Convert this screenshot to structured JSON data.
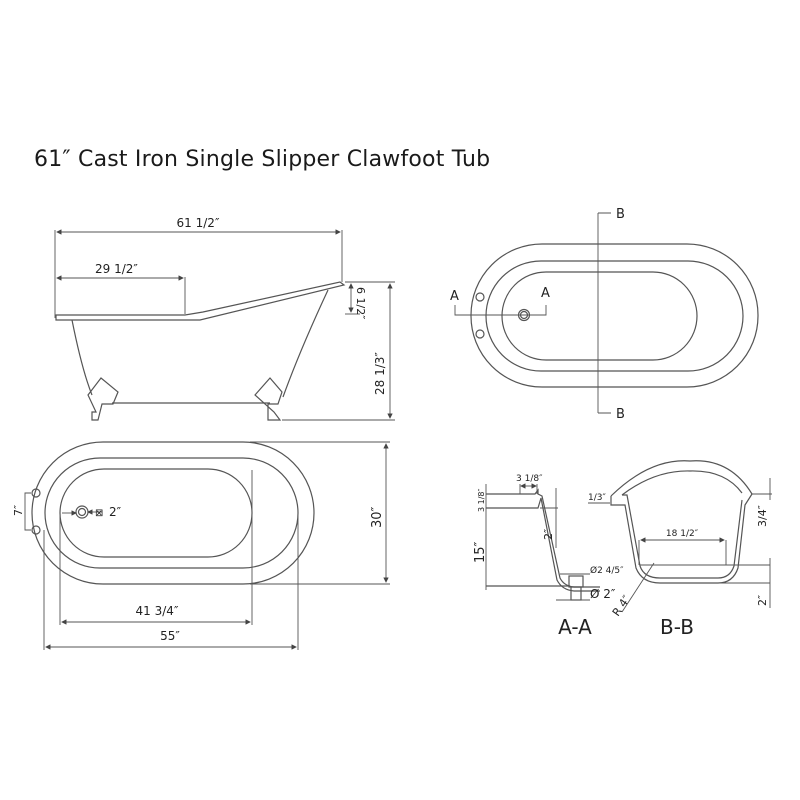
{
  "title": "61″ Cast Iron Single Slipper Clawfoot Tub",
  "side_view": {
    "overall_length": "61 1/2″",
    "flat_rim_length": "29 1/2″",
    "slipper_rise": "6 1/2″",
    "total_height": "28 1/3″"
  },
  "top_view": {
    "faucet_spacing": "7″",
    "drain_size": "2″",
    "drain_symbol": "⊠",
    "interior_bottom_length": "41 3/4″",
    "interior_length": "55″",
    "overall_width": "30″"
  },
  "plan_view": {
    "section_a_left": "A",
    "section_a_right": "A",
    "section_b_top": "B",
    "section_b_bottom": "B"
  },
  "section_aa": {
    "label": "A-A",
    "rim_width": "3 1/8″",
    "rim_height": "3 1/8″",
    "depth": "15″",
    "rim_drop": "2″",
    "drain_outer": "Ø2 4/5″",
    "drain_inner": "Ø 2″"
  },
  "section_bb": {
    "label": "B-B",
    "lip": "1/3″",
    "rim_thickness": "3/4″",
    "bottom_width": "18 1/2″",
    "radius": "R 4″",
    "base_height": "2″"
  }
}
